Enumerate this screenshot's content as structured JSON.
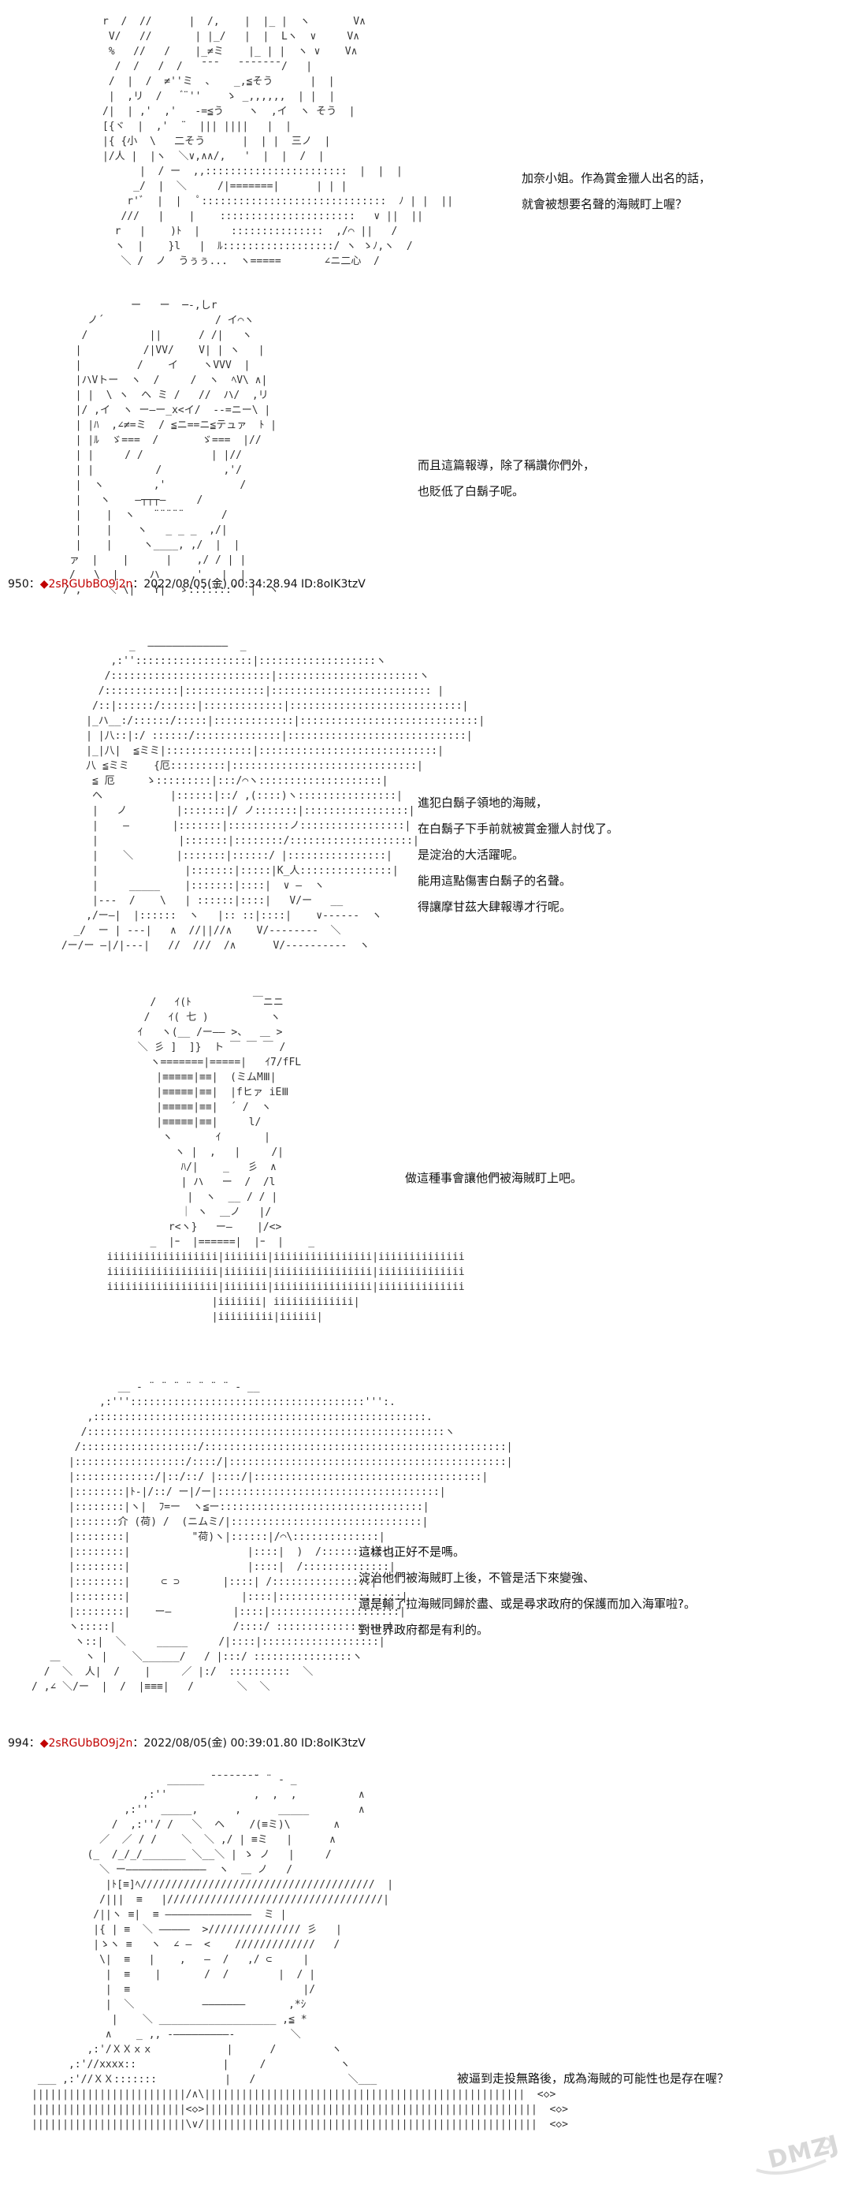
{
  "panels": [
    {
      "id": "p1",
      "lines": [
        "加奈小姐。作為賞金獵人出名的話，",
        "就會被想要名聲的海賊盯上喔？"
      ]
    },
    {
      "id": "p2",
      "lines": [
        "而且這篇報導，除了稱讚你們外，",
        "也貶低了白鬍子呢。"
      ]
    },
    {
      "id": "p3",
      "header": {
        "number": "950：",
        "marker": "◆",
        "trip": "2sRGUbBO9j2n",
        "meta": "：2022/08/05(金) 00:34:28.94 ID:8oIK3tzV"
      },
      "lines": [
        "進犯白鬍子領地的海賊，",
        "在白鬍子下手前就被賞金獵人討伐了。",
        "是淀治的大活躍呢。",
        "能用這點傷害白鬍子的名聲。",
        "得讓摩甘茲大肆報導才行呢。"
      ]
    },
    {
      "id": "p4",
      "lines": [
        "做這種事會讓他們被海賊盯上吧。"
      ]
    },
    {
      "id": "p5",
      "lines": [
        "這樣也正好不是嗎。",
        "淀治他們被海賊盯上後，不管是活下來變強、",
        "還是輸了拉海賊同歸於盡、或是尋求政府的保護而加入海軍啦?。",
        "對世界政府都是有利的。"
      ]
    },
    {
      "id": "p6",
      "header": {
        "number": "994：",
        "marker": "◆",
        "trip": "2sRGUbBO9j2n",
        "meta": "：2022/08/05(金) 00:39:01.80 ID:8oIK3tzV"
      },
      "lines": [
        "被逼到走投無路後，成為海賊的可能性也是存在喔？"
      ]
    }
  ],
  "watermark": "DMZJ"
}
